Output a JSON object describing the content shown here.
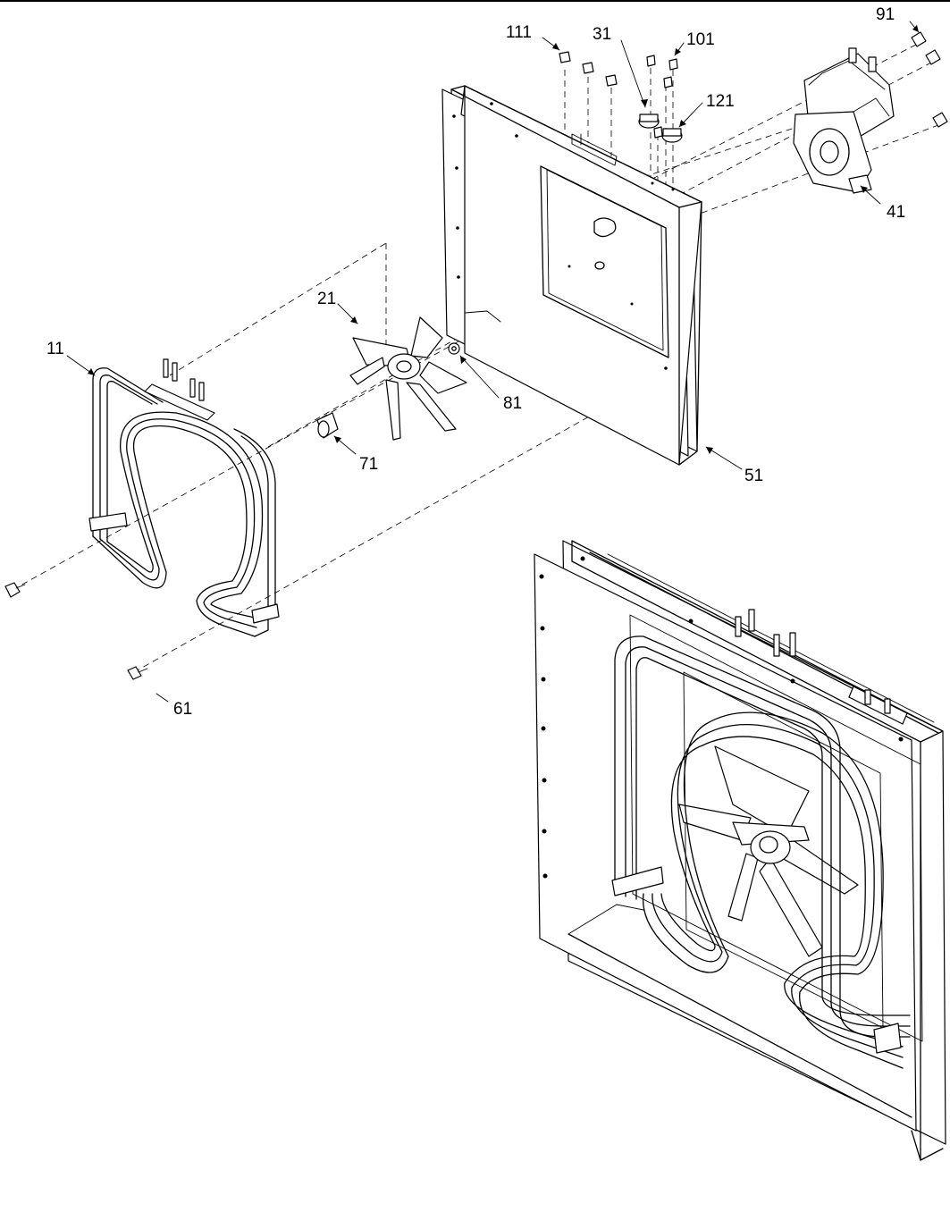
{
  "callouts": {
    "c11": "11",
    "c21": "21",
    "c31": "31",
    "c41": "41",
    "c51": "51",
    "c61": "61",
    "c71": "71",
    "c81": "81",
    "c91": "91",
    "c101": "101",
    "c111": "111",
    "c121": "121"
  }
}
